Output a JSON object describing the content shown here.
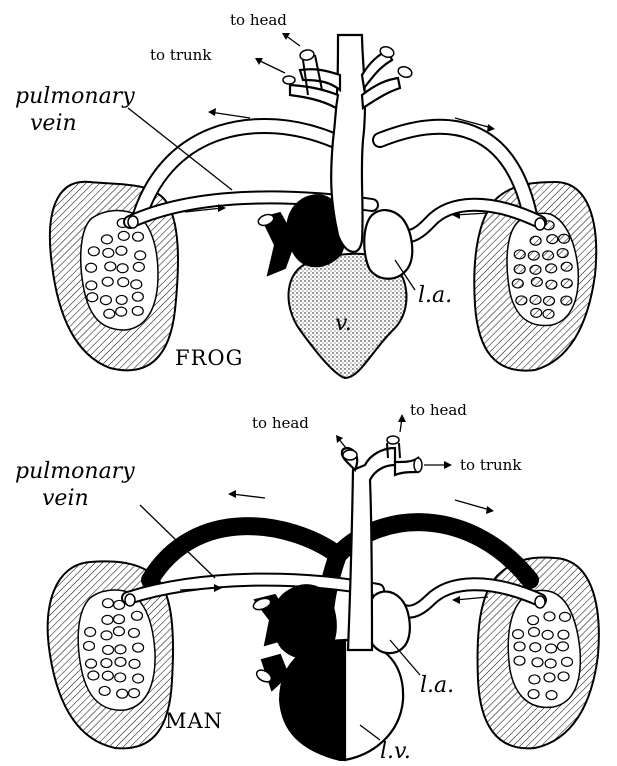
{
  "frog": {
    "title": "FROG",
    "labels": {
      "to_head": "to head",
      "to_trunk": "to trunk",
      "pulmonary_vein_1": "pulmonary",
      "pulmonary_vein_2": "vein",
      "left_atrium": "l.a.",
      "ventricle": "v."
    }
  },
  "man": {
    "title": "MAN",
    "labels": {
      "to_head_left": "to head",
      "to_head_right": "to head",
      "to_trunk": "to trunk",
      "pulmonary_vein_1": "pulmonary",
      "pulmonary_vein_2": "vein",
      "left_atrium": "l.a.",
      "left_ventricle": "l.v."
    }
  }
}
